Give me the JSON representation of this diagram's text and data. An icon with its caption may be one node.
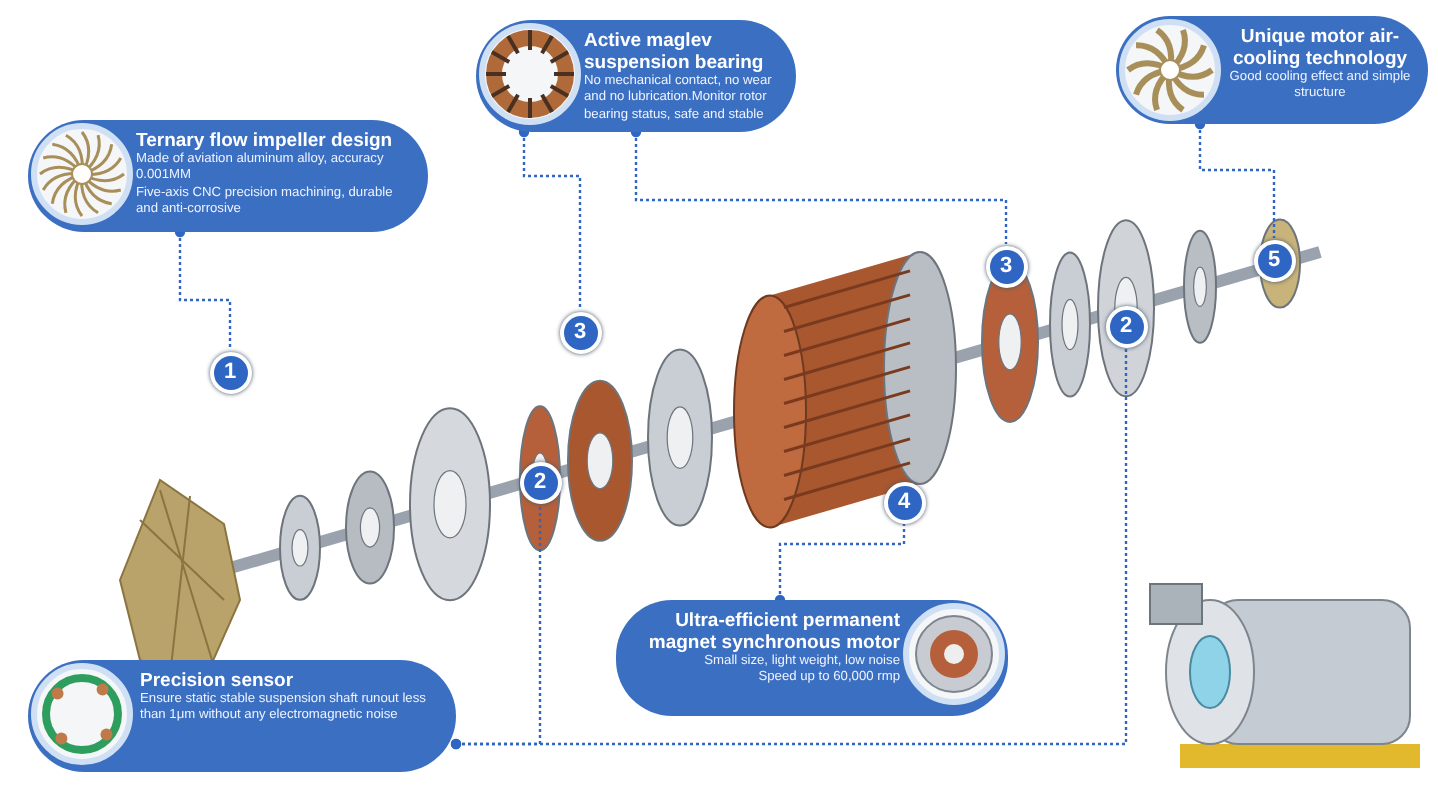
{
  "diagram": {
    "nodes": [
      {
        "text": [
          "Active maglev suspension bearing",
          "No mechanical contact, no wear and no lubrication.Monitor rotor bearing status, safe and stable"
        ]
      },
      {
        "text": [
          "Unique motor air-cooling technology",
          "Good cooling effect and simple structure"
        ]
      },
      {
        "text": [
          "Ternary flow impeller design",
          "Made of aviation aluminum alloy, accuracy 0.001MM",
          "Five-axis CNC precision machining, durable and anti-corrosive"
        ]
      },
      {
        "text": [
          "1"
        ]
      },
      {
        "text": [
          "3"
        ]
      },
      {
        "text": [
          "2"
        ]
      },
      {
        "text": [
          "4"
        ]
      },
      {
        "text": [
          "3"
        ]
      },
      {
        "text": [
          "2"
        ]
      },
      {
        "text": [
          "5"
        ]
      },
      {
        "text": [
          "Ultra-efficient permanent magnet synchronous motor",
          "Small size, light weight, low noise",
          "Speed up to 60,000 rmp"
        ]
      },
      {
        "text": [
          "Precision sensor",
          "Ensure static stable suspension shaft runout less than 1μm without any electromagnetic noise"
        ]
      }
    ],
    "edges": [
      {
        "from": 2,
        "to": 3,
        "arrow": "other",
        "style": "dashed"
      },
      {
        "from": 0,
        "to": 4,
        "arrow": "other",
        "style": "dashed"
      },
      {
        "from": 0,
        "to": 7,
        "arrow": "other",
        "style": "dashed"
      },
      {
        "from": 1,
        "to": 9,
        "arrow": "other",
        "style": "dashed"
      },
      {
        "from": 10,
        "to": 6,
        "arrow": "other",
        "style": "dashed"
      },
      {
        "from": 11,
        "to": 5,
        "arrow": "other",
        "style": "dashed"
      },
      {
        "from": 11,
        "to": 8,
        "arrow": "other",
        "style": "dashed"
      }
    ]
  }
}
